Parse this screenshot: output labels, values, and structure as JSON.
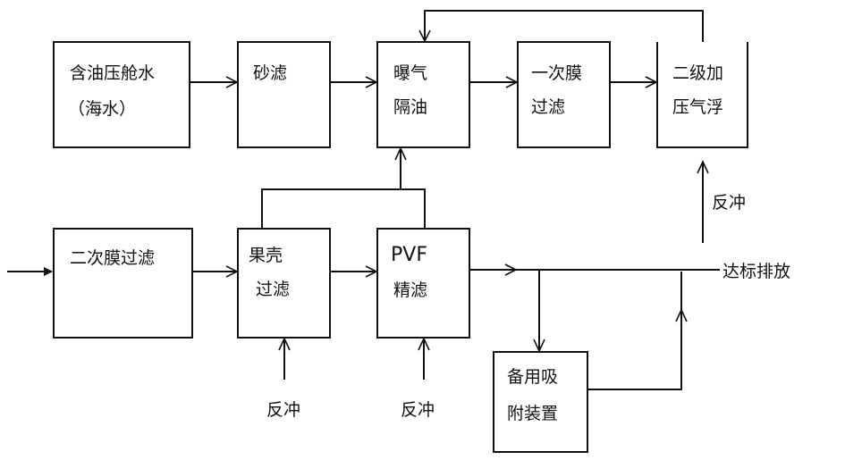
{
  "boxes": {
    "oily_ballast": {
      "line1": "含油压舱水",
      "line2": "（海水）"
    },
    "sand_filter": {
      "line1": "砂滤"
    },
    "aeration": {
      "line1": "曝气",
      "line2": "隔油"
    },
    "primary_membrane": {
      "line1": "一次膜",
      "line2": "过滤"
    },
    "secondary_flotation": {
      "line1": "二级加",
      "line2": "压气浮"
    },
    "secondary_membrane": {
      "line1": "二次膜过滤"
    },
    "shell_filter": {
      "line1": "果壳",
      "line2": "过滤"
    },
    "pvf_filter": {
      "line1": "PVF",
      "line2": "精滤"
    },
    "backup_adsorption": {
      "line1": "备用吸",
      "line2": "附装置"
    }
  },
  "labels": {
    "backwash_flotation": "反冲",
    "backwash_shell": "反冲",
    "backwash_pvf": "反冲",
    "discharge": "达标排放"
  },
  "colors": {
    "stroke": "#111111",
    "background": "#ffffff"
  }
}
